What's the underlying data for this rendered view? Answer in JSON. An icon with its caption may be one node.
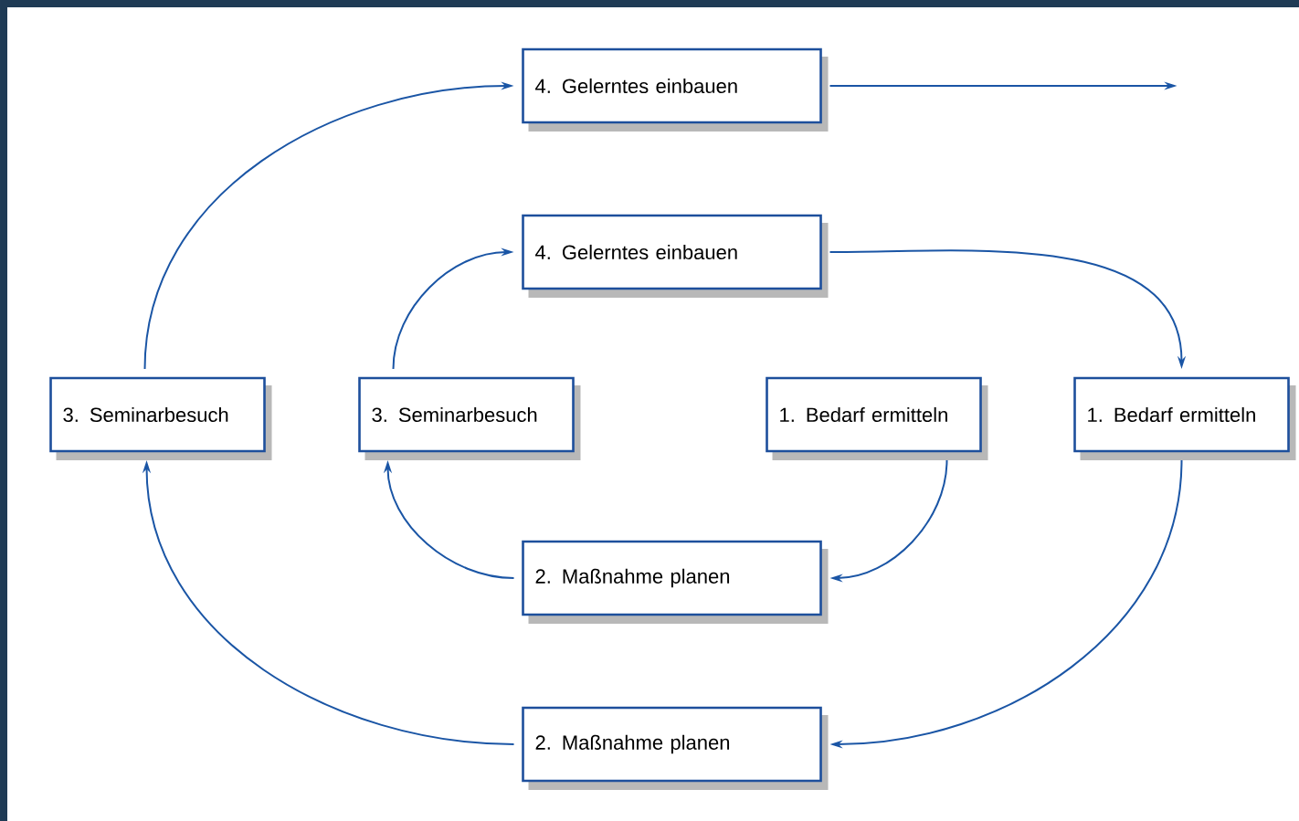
{
  "diagram": {
    "nodes": [
      {
        "text": [
          "4. Gelerntes einbauen"
        ]
      },
      {
        "text": [
          "4. Gelerntes einbauen"
        ]
      },
      {
        "text": [
          "3. Seminarbesuch"
        ]
      },
      {
        "text": [
          "3. Seminarbesuch"
        ]
      },
      {
        "text": [
          "1. Bedarf ermitteln"
        ]
      },
      {
        "text": [
          "1. Bedarf ermitteln"
        ]
      },
      {
        "text": [
          "2. Maßnahme planen"
        ]
      },
      {
        "text": [
          "2. Maßnahme planen"
        ]
      }
    ],
    "edges": [
      {
        "from": 2,
        "to": 0,
        "arrow": "to"
      },
      {
        "from": 0,
        "to": null,
        "arrow": "to"
      },
      {
        "from": 1,
        "to": 5,
        "arrow": "to"
      },
      {
        "from": 3,
        "to": 1,
        "arrow": "to"
      },
      {
        "from": 4,
        "to": 6,
        "arrow": "to"
      },
      {
        "from": 6,
        "to": 3,
        "arrow": "to"
      },
      {
        "from": 5,
        "to": 7,
        "arrow": "to"
      },
      {
        "from": 7,
        "to": 2,
        "arrow": "to"
      }
    ]
  }
}
